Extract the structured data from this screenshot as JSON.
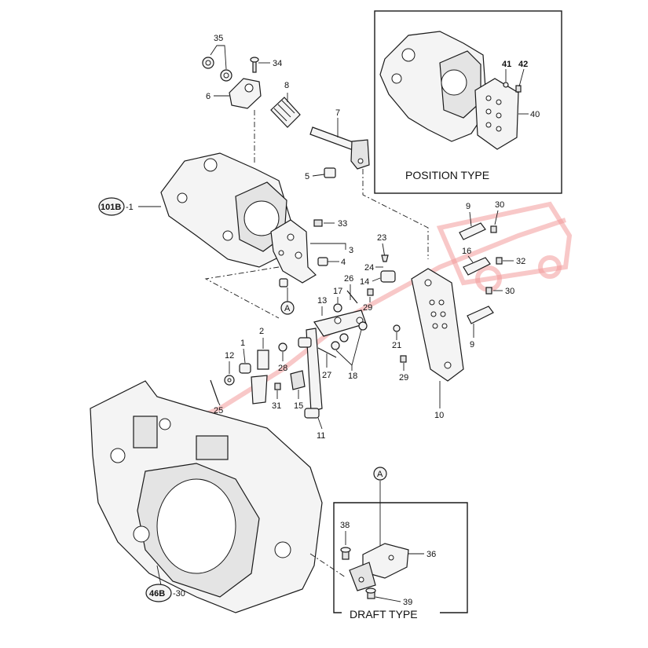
{
  "position_type": {
    "title": "POSITION TYPE",
    "callouts": [
      "41",
      "42",
      "40"
    ]
  },
  "draft_type": {
    "title": "DRAFT TYPE",
    "callouts": [
      "36",
      "38",
      "39"
    ],
    "ref_marker": "A"
  },
  "reference_badges": [
    {
      "badge": "101B",
      "suffix": "-1"
    },
    {
      "badge": "46B",
      "suffix": "-30"
    }
  ],
  "ref_marker": "A",
  "callouts": {
    "c35": "35",
    "c34": "34",
    "c6": "6",
    "c8": "8",
    "c7": "7",
    "c5": "5",
    "c33": "33",
    "c3": "3",
    "c4": "4",
    "c23": "23",
    "c24": "24",
    "c14": "14",
    "c26": "26",
    "c17": "17",
    "c13": "13",
    "c29a": "29",
    "c2": "2",
    "c1": "1",
    "c12": "12",
    "c28": "28",
    "c27": "27",
    "c18": "18",
    "c21": "21",
    "c29b": "29",
    "c25": "25",
    "c31": "31",
    "c15": "15",
    "c11": "11",
    "c10": "10",
    "c9a": "9",
    "c30a": "30",
    "c16": "16",
    "c32": "32",
    "c30b": "30",
    "c9b": "9"
  }
}
